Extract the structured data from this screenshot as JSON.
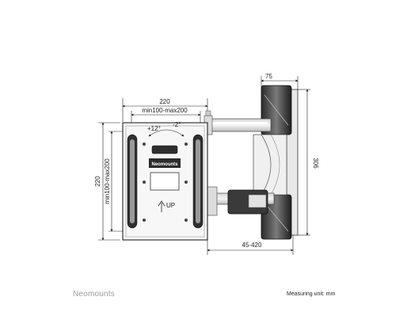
{
  "dimensions": {
    "top_width": "220",
    "top_vesa": "min100-max200",
    "side_height": "220",
    "side_vesa": "min100-max200",
    "tilt_up": "+12°",
    "tilt_down": "-2°",
    "arm_depth": "75",
    "wall_height": "306",
    "extension": "45-420"
  },
  "plate": {
    "brand_badge": "Neomounts",
    "up_label": "UP"
  },
  "footer": {
    "brand": "Neomounts",
    "measuring_unit": "Measuring unit: mm"
  }
}
